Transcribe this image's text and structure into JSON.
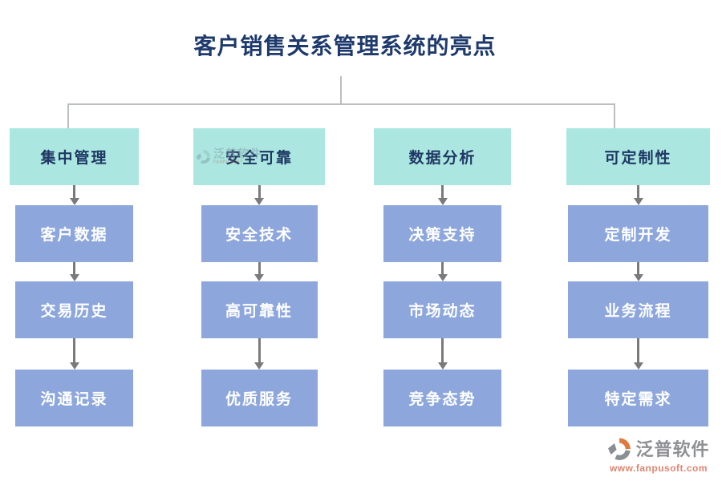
{
  "title": "客户销售关系管理系统的亮点",
  "columns": [
    {
      "header": "集中管理",
      "items": [
        "客户数据",
        "交易历史",
        "沟通记录"
      ]
    },
    {
      "header": "安全可靠",
      "items": [
        "安全技术",
        "高可靠性",
        "优质服务"
      ]
    },
    {
      "header": "数据分析",
      "items": [
        "决策支持",
        "市场动态",
        "竞争态势"
      ]
    },
    {
      "header": "可定制性",
      "items": [
        "定制开发",
        "业务流程",
        "特定需求"
      ]
    }
  ],
  "inbox_watermark": {
    "brand": "泛普软件",
    "sub": "FANPU SOFT"
  },
  "footer_logo": {
    "brand": "泛普软件",
    "url": "www.fanpusoft.com"
  },
  "colors": {
    "title_text": "#1e3a6c",
    "header_box": "#abe7e0",
    "header_text": "#1f3864",
    "item_box": "#8da7dd",
    "item_text": "#ffffff",
    "connector_line": "#bcbfbf",
    "arrow": "#7a7a7a",
    "logo_orange": "#e0793c",
    "logo_gray": "#8a8f96",
    "url_salmon": "#df8573"
  }
}
